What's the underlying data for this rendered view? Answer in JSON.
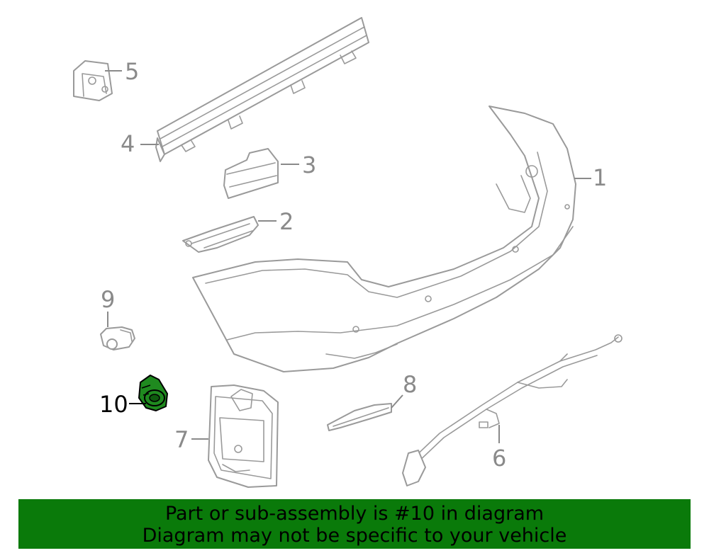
{
  "callouts": {
    "c1": "1",
    "c2": "2",
    "c3": "3",
    "c4": "4",
    "c5": "5",
    "c6": "6",
    "c7": "7",
    "c8": "8",
    "c9": "9",
    "c10": "10"
  },
  "highlight_part": "10",
  "colors": {
    "line_art": "#9a9a9a",
    "highlight_fill": "#1f8a1f",
    "banner_bg": "#0a7a0a",
    "banner_text": "#000000"
  },
  "banner": {
    "line1": "Part or sub-assembly is #10 in diagram",
    "line2": "Diagram may not be specific to your vehicle"
  }
}
